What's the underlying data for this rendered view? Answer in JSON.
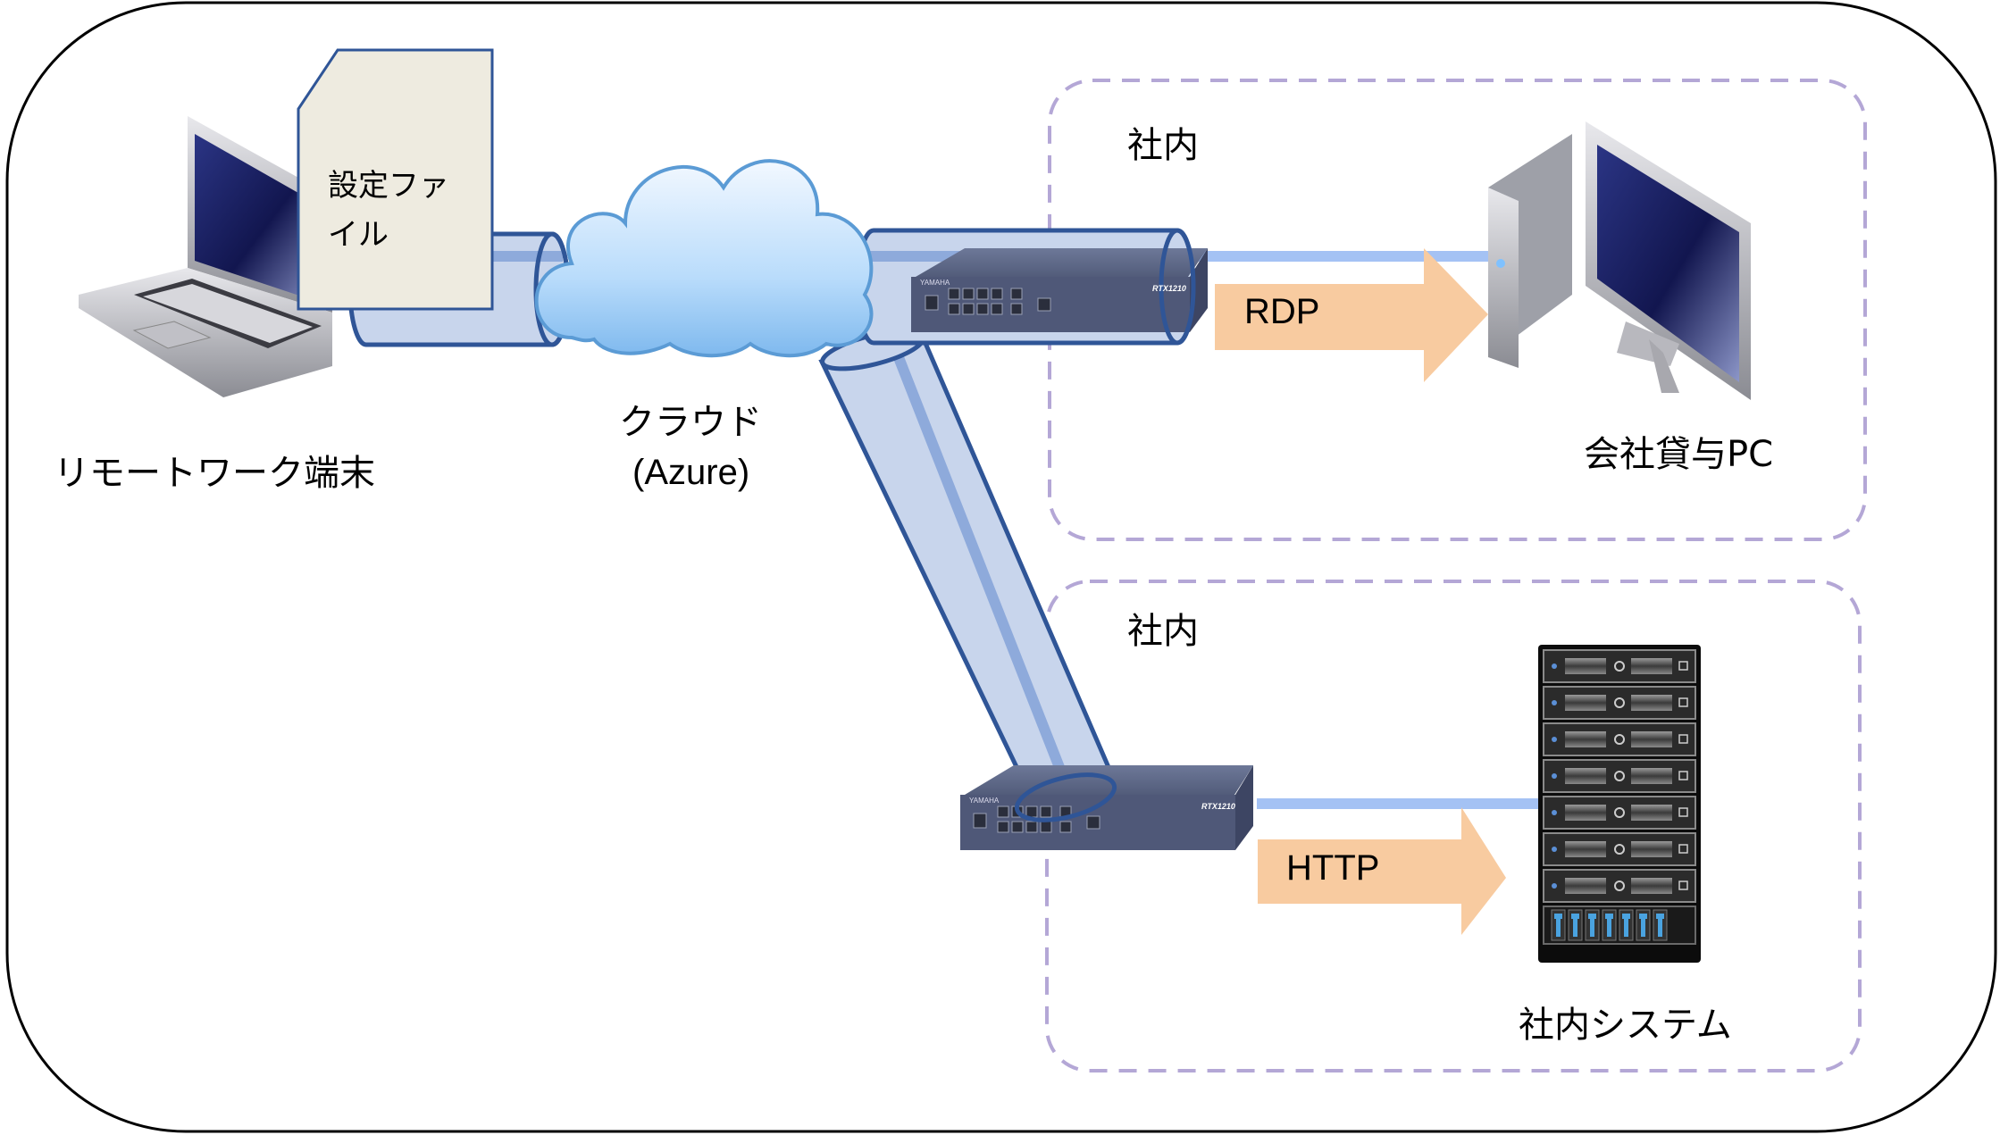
{
  "diagram": {
    "remote": {
      "label": "リモートワーク端末",
      "icon": "laptop-icon"
    },
    "config_file": {
      "label_line1": "設定ファ",
      "label_line2": "イル",
      "icon": "document-icon"
    },
    "cloud": {
      "label": "クラウド",
      "sublabel": "(Azure)",
      "icon": "cloud-icon"
    },
    "zone_top": {
      "label": "社内"
    },
    "zone_bottom": {
      "label": "社内"
    },
    "router_top": {
      "brand": "YAMAHA",
      "model": "RTX1210",
      "icon": "router-icon"
    },
    "router_bottom": {
      "brand": "YAMAHA",
      "model": "RTX1210",
      "icon": "router-icon"
    },
    "pc": {
      "label": "会社貸与PC",
      "icon": "desktop-pc-icon"
    },
    "server": {
      "label": "社内システム",
      "icon": "server-rack-icon"
    },
    "arrow_rdp": {
      "label": "RDP"
    },
    "arrow_http": {
      "label": "HTTP"
    },
    "colors": {
      "tunnel_fill": "#c8d5ec",
      "tunnel_stroke": "#2f5597",
      "tunnel_line": "#8eaadb",
      "link_line": "#a4c2f4",
      "arrow_fill": "#f8cba0",
      "zone_dash": "#b4a7d6",
      "doc_fill": "#eeebe0"
    }
  }
}
